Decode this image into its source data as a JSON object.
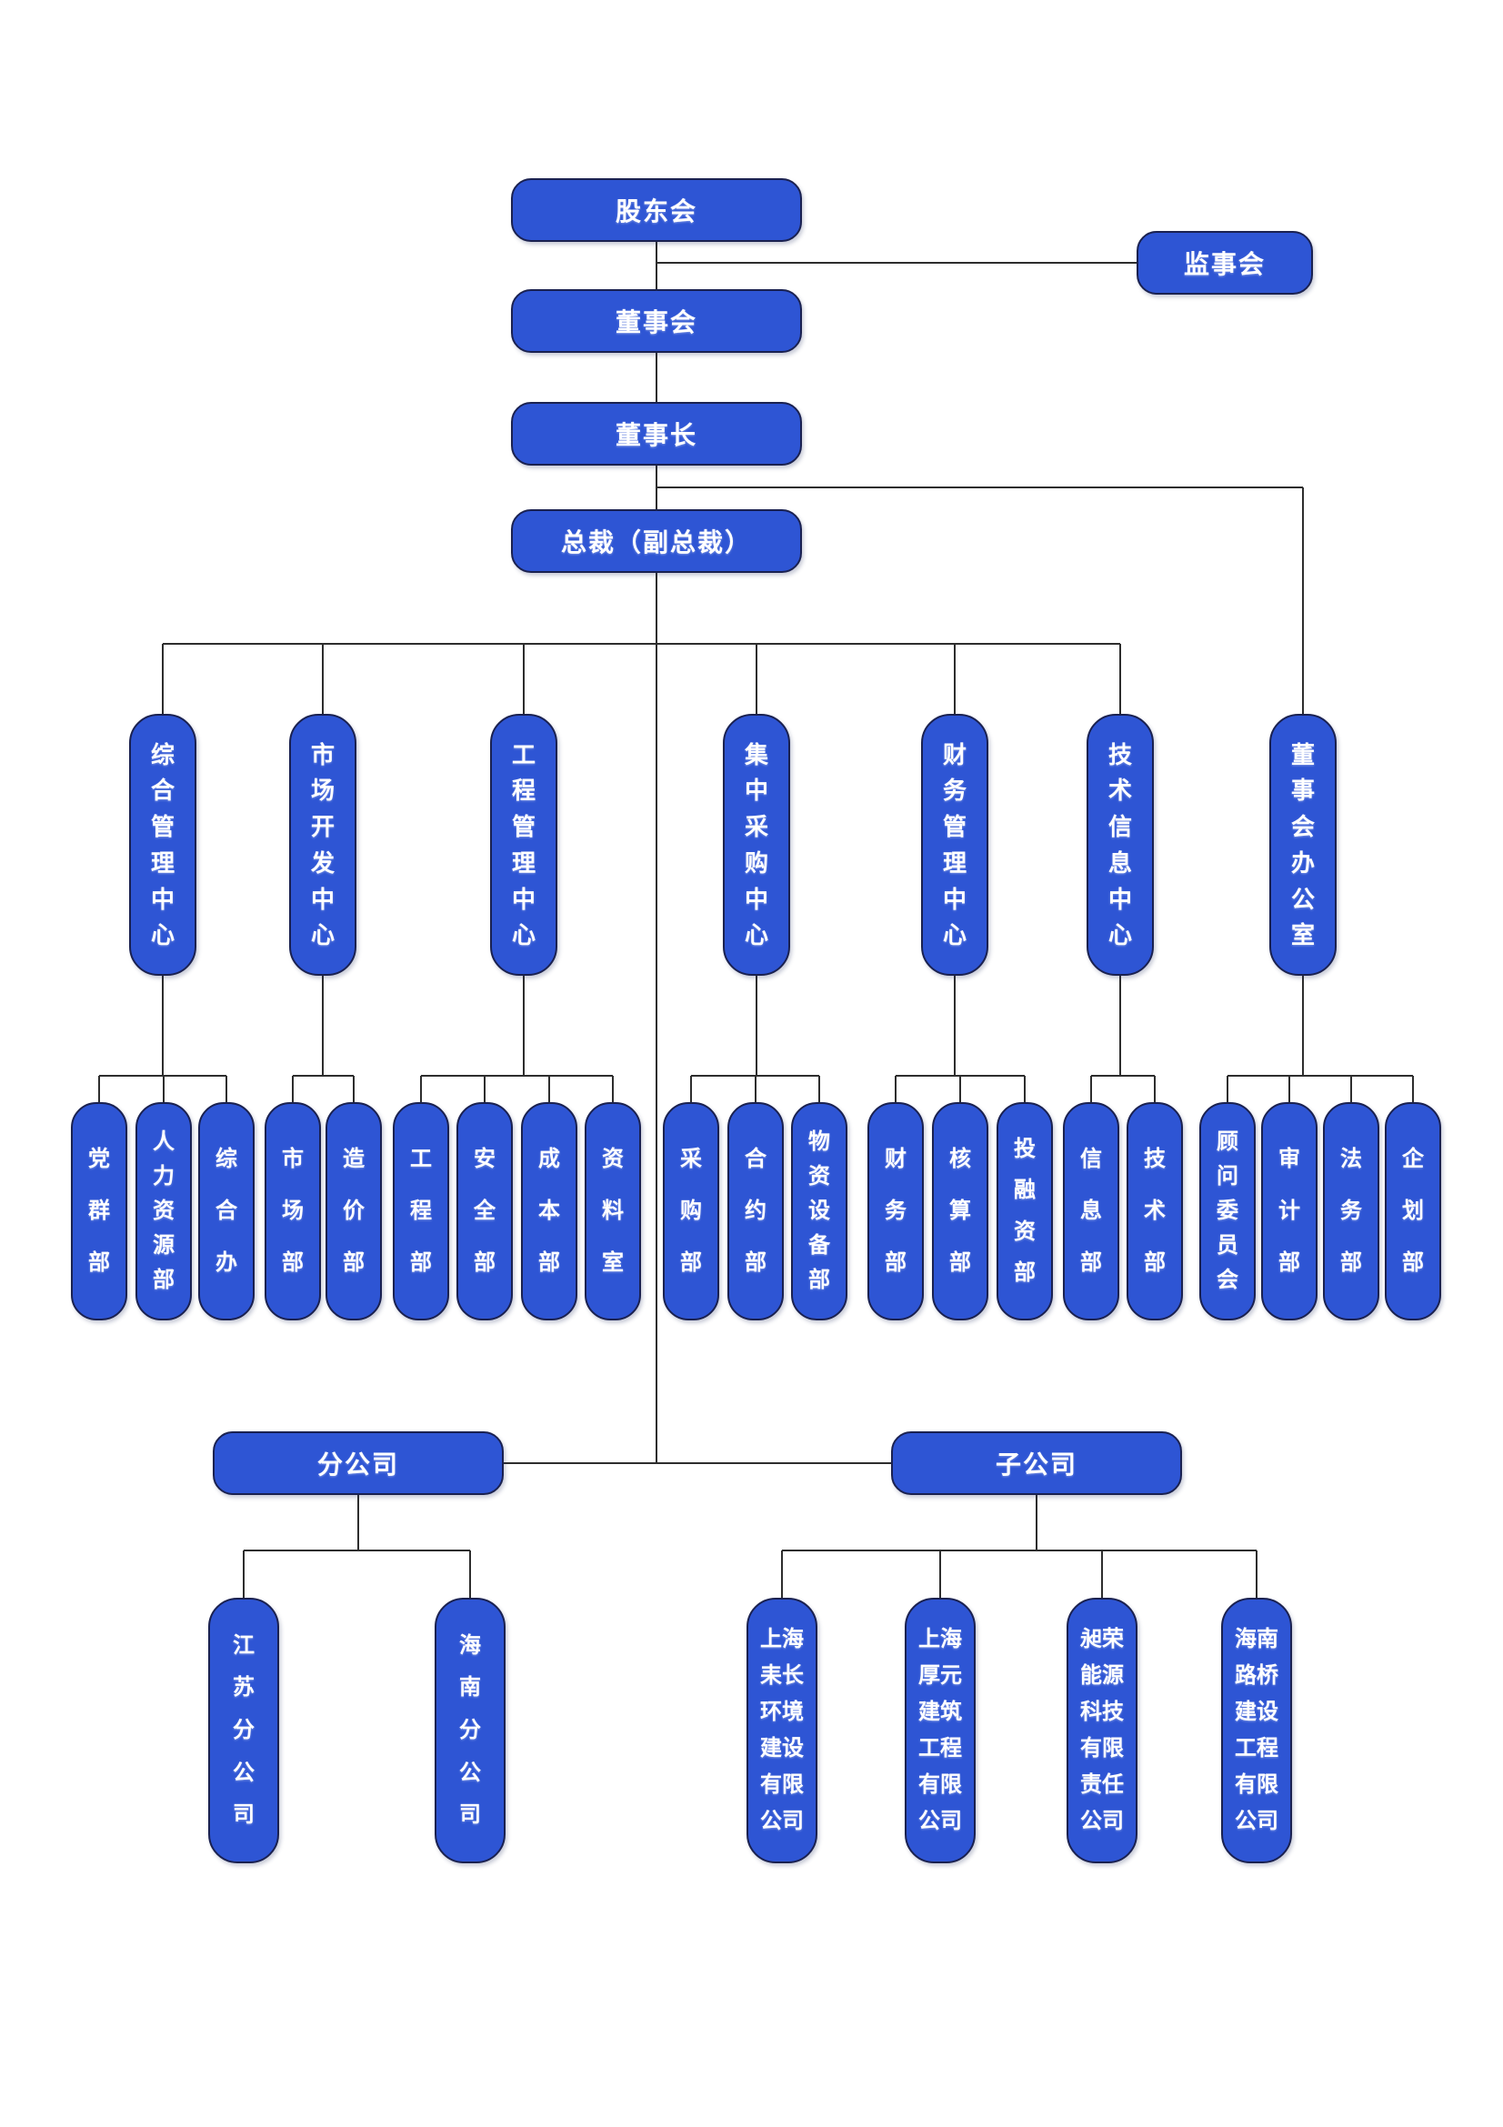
{
  "colors": {
    "node_fill": "#2e55d4",
    "node_border": "#1a2150",
    "connector": "#2d2d2d",
    "text": "#ffffff",
    "background": "#ffffff"
  },
  "org": {
    "top_chain": [
      {
        "id": "shareholders",
        "label": "股东会"
      },
      {
        "id": "board",
        "label": "董事会"
      },
      {
        "id": "chairman",
        "label": "董事长"
      },
      {
        "id": "president",
        "label": "总裁（副总裁）"
      }
    ],
    "supervisory": {
      "id": "supervisory",
      "label": "监事会"
    },
    "centers": [
      {
        "id": "general-management-center",
        "label": "综合管理中心",
        "departments": [
          {
            "label": "党群部"
          },
          {
            "label": "人力资源部"
          },
          {
            "label": "综合办"
          }
        ]
      },
      {
        "id": "market-development-center",
        "label": "市场开发中心",
        "departments": [
          {
            "label": "市场部"
          },
          {
            "label": "造价部"
          }
        ]
      },
      {
        "id": "engineering-management-center",
        "label": "工程管理中心",
        "departments": [
          {
            "label": "工程部"
          },
          {
            "label": "安全部"
          },
          {
            "label": "成本部"
          },
          {
            "label": "资料室"
          }
        ]
      },
      {
        "id": "centralized-procurement-center",
        "label": "集中采购中心",
        "departments": [
          {
            "label": "采购部"
          },
          {
            "label": "合约部"
          },
          {
            "label": "物资设备部"
          }
        ]
      },
      {
        "id": "finance-management-center",
        "label": "财务管理中心",
        "departments": [
          {
            "label": "财务部"
          },
          {
            "label": "核算部"
          },
          {
            "label": "投融资部"
          }
        ]
      },
      {
        "id": "technology-information-center",
        "label": "技术信息中心",
        "departments": [
          {
            "label": "信息部"
          },
          {
            "label": "技术部"
          }
        ]
      },
      {
        "id": "board-office",
        "label": "董事会办公室",
        "departments": [
          {
            "label": "顾问委员会"
          },
          {
            "label": "审计部"
          },
          {
            "label": "法务部"
          },
          {
            "label": "企划部"
          }
        ]
      }
    ],
    "branch_group": {
      "id": "branch-companies",
      "label": "分公司",
      "companies": [
        {
          "label": "江苏分公司",
          "lines": [
            "江",
            "苏",
            "分",
            "公",
            "司"
          ]
        },
        {
          "label": "海南分公司",
          "lines": [
            "海",
            "南",
            "分",
            "公",
            "司"
          ]
        }
      ]
    },
    "subsidiary_group": {
      "id": "subsidiaries",
      "label": "子公司",
      "companies": [
        {
          "label": "上海耒长环境建设有限公司",
          "lines": [
            "上海",
            "耒长",
            "环境",
            "建设",
            "有限",
            "公司"
          ]
        },
        {
          "label": "上海厚元建筑工程有限公司",
          "lines": [
            "上海",
            "厚元",
            "建筑",
            "工程",
            "有限",
            "公司"
          ]
        },
        {
          "label": "昶荣能源科技有限责任公司",
          "lines": [
            "昶荣",
            "能源",
            "科技",
            "有限",
            "责任",
            "公司"
          ]
        },
        {
          "label": "海南路桥建设工程有限公司",
          "lines": [
            "海南",
            "路桥",
            "建设",
            "工程",
            "有限",
            "公司"
          ]
        }
      ]
    }
  }
}
